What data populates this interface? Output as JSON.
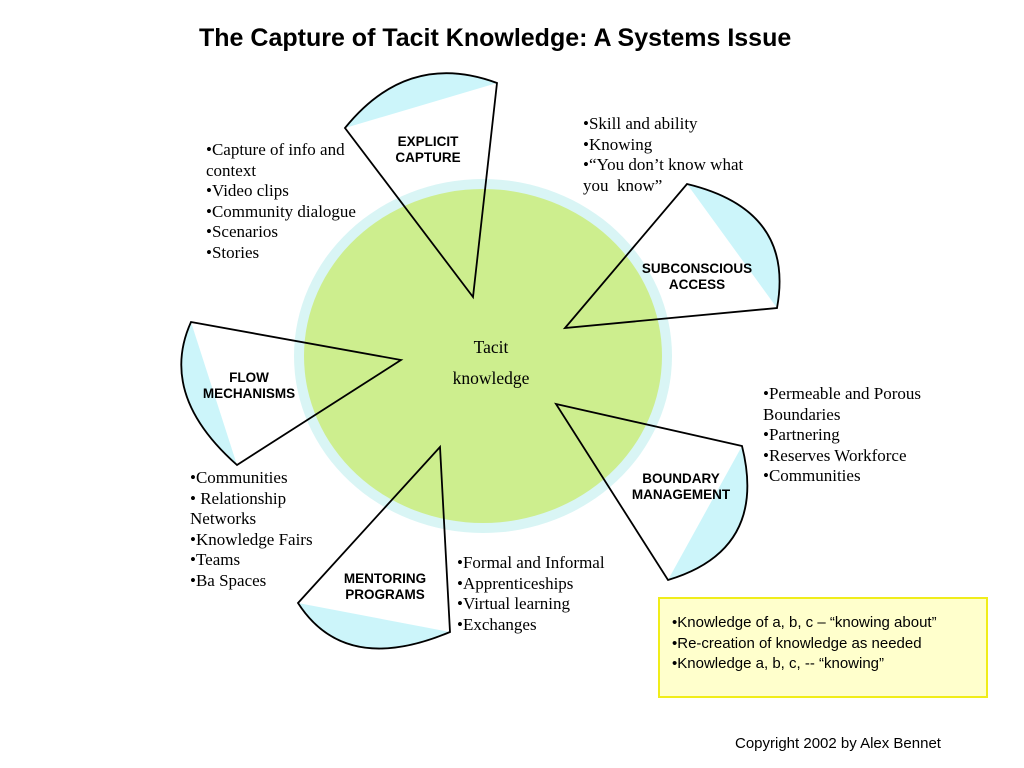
{
  "title": "The Capture of Tacit Knowledge: A Systems Issue",
  "center_circle": {
    "line1": "Tacit",
    "line2": "knowledge"
  },
  "wedges": {
    "explicit": {
      "label": "EXPLICIT\nCAPTURE"
    },
    "subconscious": {
      "label": "SUBCONSCIOUS\nACCESS"
    },
    "flow": {
      "label": "FLOW\nMECHANISMS"
    },
    "boundary": {
      "label": "BOUNDARY\nMANAGEMENT"
    },
    "mentoring": {
      "label": "MENTORING\nPROGRAMS"
    }
  },
  "lists": {
    "explicit_capture": {
      "items": [
        "•Capture of info and context",
        "•Video clips",
        "•Community dialogue",
        "•Scenarios",
        "•Stories"
      ]
    },
    "subconscious_access": {
      "items": [
        "•Skill and ability",
        "•Knowing",
        "•“You don’t know what you  know”"
      ]
    },
    "flow_mechanisms": {
      "items": [
        "•Communities",
        "• Relationship Networks",
        "•Knowledge Fairs",
        "•Teams",
        "•Ba Spaces"
      ]
    },
    "boundary_management": {
      "items": [
        "•Permeable and Porous Boundaries",
        "•Partnering",
        "•Reserves Workforce",
        "•Communities"
      ]
    },
    "mentoring_programs": {
      "items": [
        "•Formal and Informal",
        "•Apprenticeships",
        "•Virtual learning",
        "•Exchanges"
      ]
    }
  },
  "callout_box": {
    "items": [
      "•Knowledge of a, b, c – “knowing about”",
      "•Re-creation of knowledge as needed",
      "•Knowledge a, b, c, -- “knowing”"
    ]
  },
  "footer": {
    "copyright": "Copyright 2002 by Alex Bennet"
  },
  "colors": {
    "circle_green": "#cdee8e",
    "halo_cyan": "#d9f5f5",
    "sliver_cyan": "#ccf5fa",
    "wedge_stroke": "#000000",
    "callout_fill": "#ffffcc",
    "callout_border": "#f0ed1a"
  }
}
